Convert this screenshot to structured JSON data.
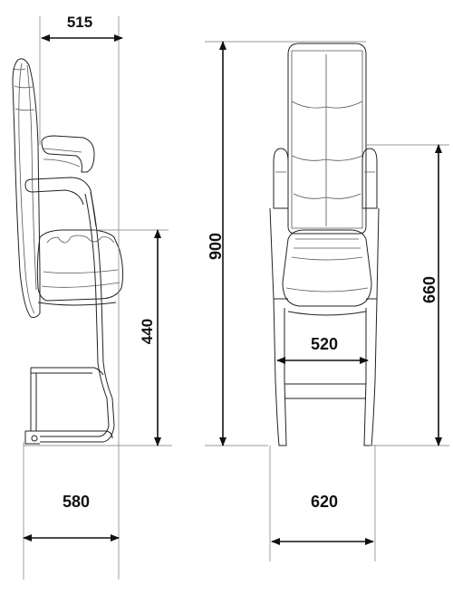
{
  "dimensions": {
    "seat_depth": "515",
    "overall_depth": "580",
    "seat_height": "440",
    "overall_height": "900",
    "armrest_height": "660",
    "seat_width": "520",
    "overall_width": "620"
  }
}
